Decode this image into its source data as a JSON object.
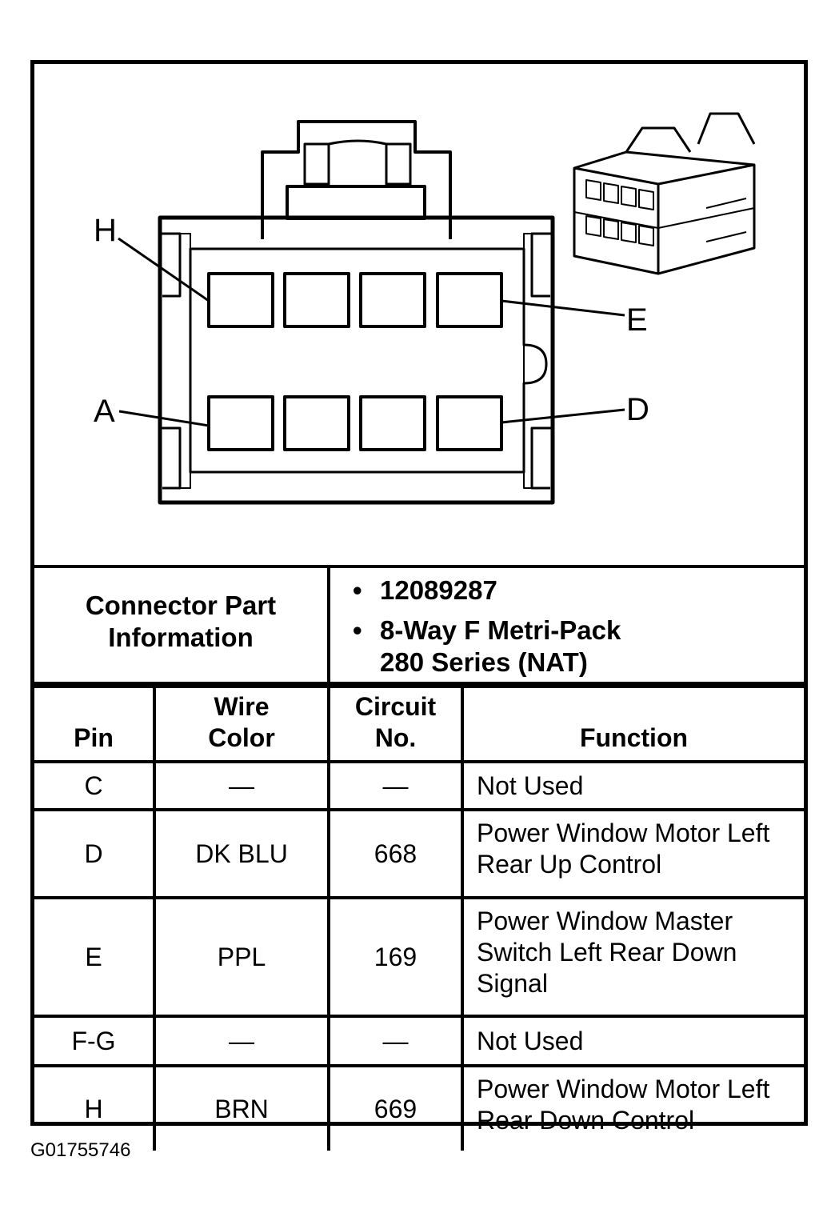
{
  "diagram": {
    "callouts": {
      "h": "H",
      "e": "E",
      "a": "A",
      "d": "D"
    }
  },
  "connector_info": {
    "label": "Connector Part Information",
    "items": [
      "12089287",
      "8-Way F Metri-Pack 280 Series (NAT)"
    ]
  },
  "table": {
    "headers": {
      "pin": "Pin",
      "wire_color": "Wire Color",
      "circuit_no": "Circuit No.",
      "function": "Function"
    },
    "rows": [
      {
        "pin": "C",
        "wire_color": "—",
        "circuit_no": "—",
        "function": "Not Used"
      },
      {
        "pin": "D",
        "wire_color": "DK BLU",
        "circuit_no": "668",
        "function": "Power Window Motor Left Rear Up Control"
      },
      {
        "pin": "E",
        "wire_color": "PPL",
        "circuit_no": "169",
        "function": "Power Window Master Switch Left Rear Down Signal"
      },
      {
        "pin": "F-G",
        "wire_color": "—",
        "circuit_no": "—",
        "function": "Not Used"
      },
      {
        "pin": "H",
        "wire_color": "BRN",
        "circuit_no": "669",
        "function": "Power Window Motor Left Rear Down Control"
      }
    ]
  },
  "figure_id": "G01755746"
}
